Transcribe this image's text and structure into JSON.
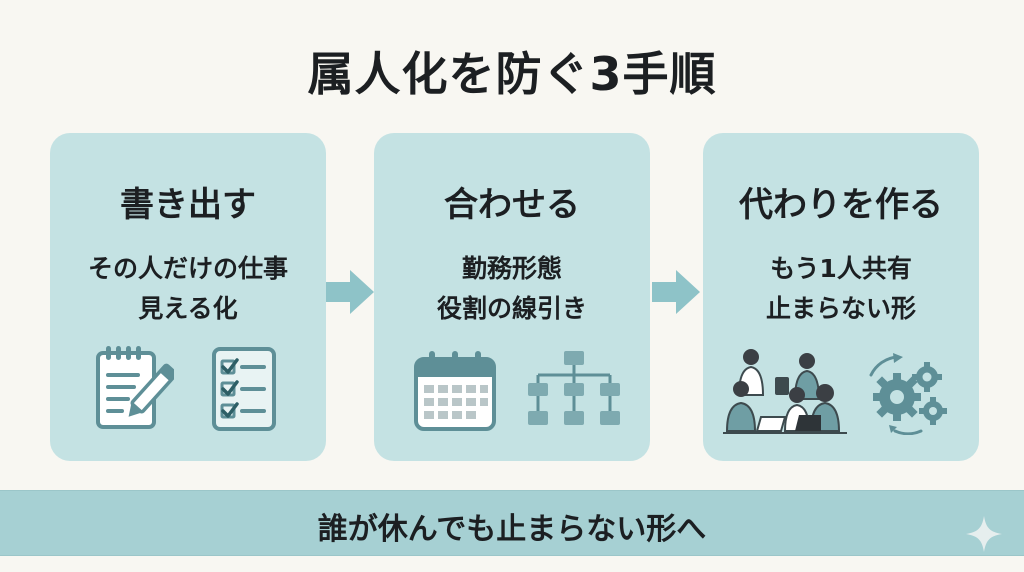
{
  "title": "属人化を防ぐ3手順",
  "steps": [
    {
      "heading": "書き出す",
      "line1": "その人だけの仕事",
      "line2": "見える化",
      "icons": [
        "notepad-pencil-icon",
        "checklist-icon"
      ]
    },
    {
      "heading": "合わせる",
      "line1": "勤務形態",
      "line2": "役割の線引き",
      "icons": [
        "calendar-icon",
        "org-chart-icon"
      ]
    },
    {
      "heading": "代わりを作る",
      "line1": "もう1人共有",
      "line2": "止まらない形",
      "icons": [
        "team-people-icon",
        "gears-cycle-icon"
      ]
    }
  ],
  "banner": "誰が休んでも止まらない形へ",
  "colors": {
    "card": "#c4e2e3",
    "icon": "#5e8f97",
    "banner": "#a6d0d3",
    "arrow": "#8ec3c8",
    "background": "#f8f7f2"
  }
}
